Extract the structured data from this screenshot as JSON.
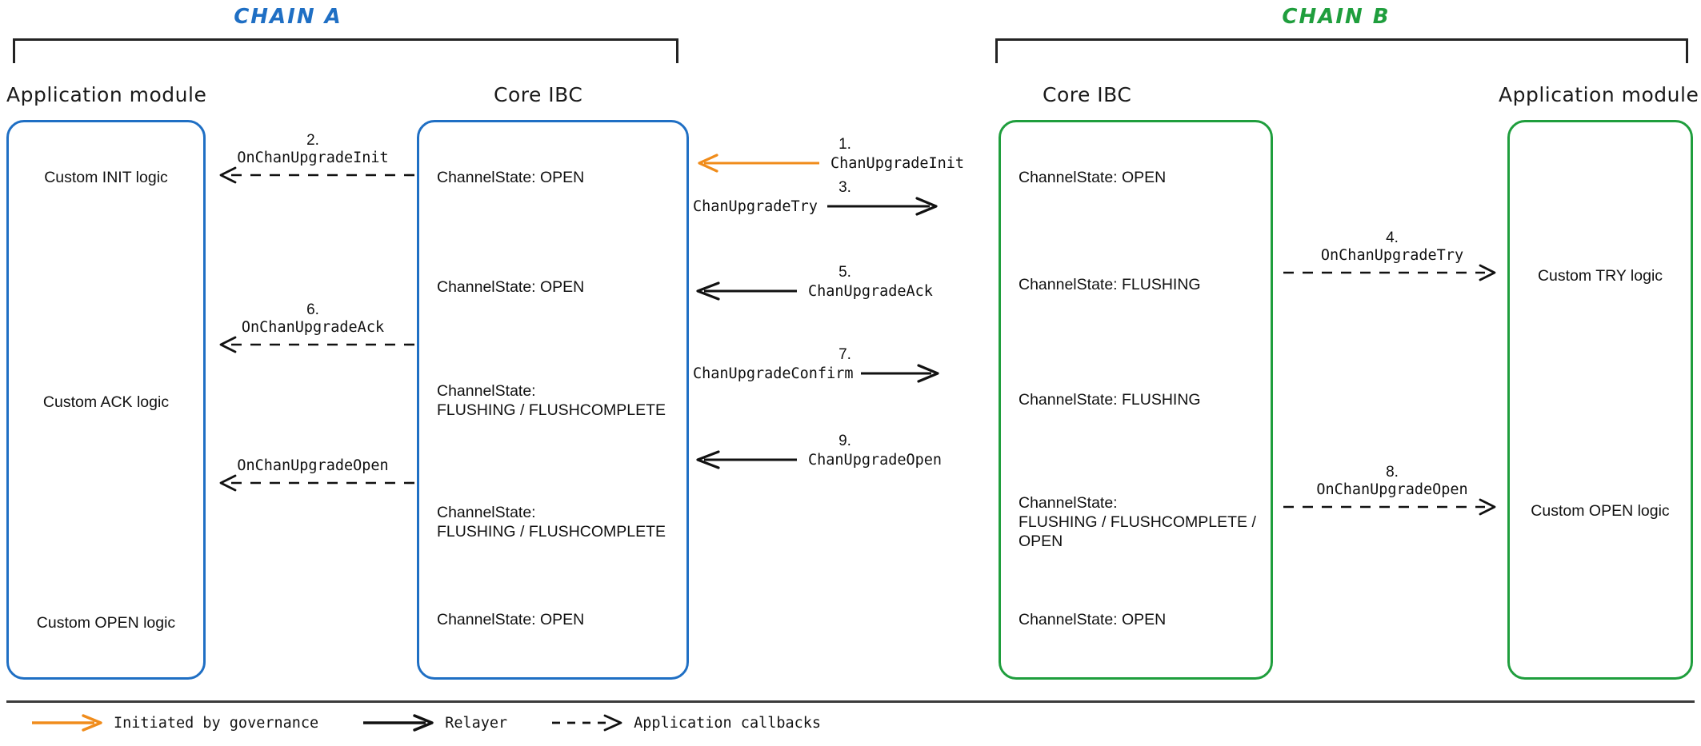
{
  "diagram": {
    "title_chain_a": "CHAIN A",
    "title_chain_b": "CHAIN B",
    "colors": {
      "chain_a": "#1f6fc4",
      "chain_b": "#1f9e3d",
      "governance_arrow": "#f08c1b",
      "relayer_arrow": "#111111",
      "callback_arrow": "#111111"
    }
  },
  "chain_a": {
    "app_module_label": "Application module",
    "core_ibc_label": "Core IBC",
    "app_entries": [
      "Custom INIT logic",
      "Custom ACK logic",
      "Custom OPEN logic"
    ],
    "core_entries": [
      "ChannelState: OPEN",
      "ChannelState: OPEN",
      "ChannelState:\nFLUSHING / FLUSHCOMPLETE",
      "ChannelState:\nFLUSHING / FLUSHCOMPLETE",
      "ChannelState: OPEN"
    ]
  },
  "chain_b": {
    "core_ibc_label": "Core IBC",
    "app_module_label": "Application module",
    "core_entries": [
      "ChannelState: OPEN",
      "ChannelState: FLUSHING",
      "ChannelState: FLUSHING",
      "ChannelState:\nFLUSHING / FLUSHCOMPLETE /\nOPEN",
      "ChannelState: OPEN"
    ],
    "app_entries": [
      "Custom TRY logic",
      "Custom OPEN logic"
    ]
  },
  "messages": [
    {
      "num": "1.",
      "label": "ChanUpgradeInit",
      "kind": "governance",
      "direction": "left"
    },
    {
      "num": "2.",
      "label": "OnChanUpgradeInit",
      "kind": "callback",
      "direction": "left"
    },
    {
      "num": "3.",
      "label": "ChanUpgradeTry",
      "kind": "relayer",
      "direction": "right"
    },
    {
      "num": "4.",
      "label": "OnChanUpgradeTry",
      "kind": "callback",
      "direction": "right"
    },
    {
      "num": "5.",
      "label": "ChanUpgradeAck",
      "kind": "relayer",
      "direction": "left"
    },
    {
      "num": "6.",
      "label": "OnChanUpgradeAck",
      "kind": "callback",
      "direction": "left"
    },
    {
      "num": "7.",
      "label": "ChanUpgradeConfirm",
      "kind": "relayer",
      "direction": "right"
    },
    {
      "num": "8.",
      "label": "OnChanUpgradeOpen",
      "kind": "callback",
      "direction": "right"
    },
    {
      "num": "9.",
      "label": "ChanUpgradeOpen",
      "kind": "relayer",
      "direction": "left"
    }
  ],
  "legend": {
    "governance": "Initiated by governance",
    "relayer": "Relayer",
    "callbacks": "Application callbacks"
  }
}
